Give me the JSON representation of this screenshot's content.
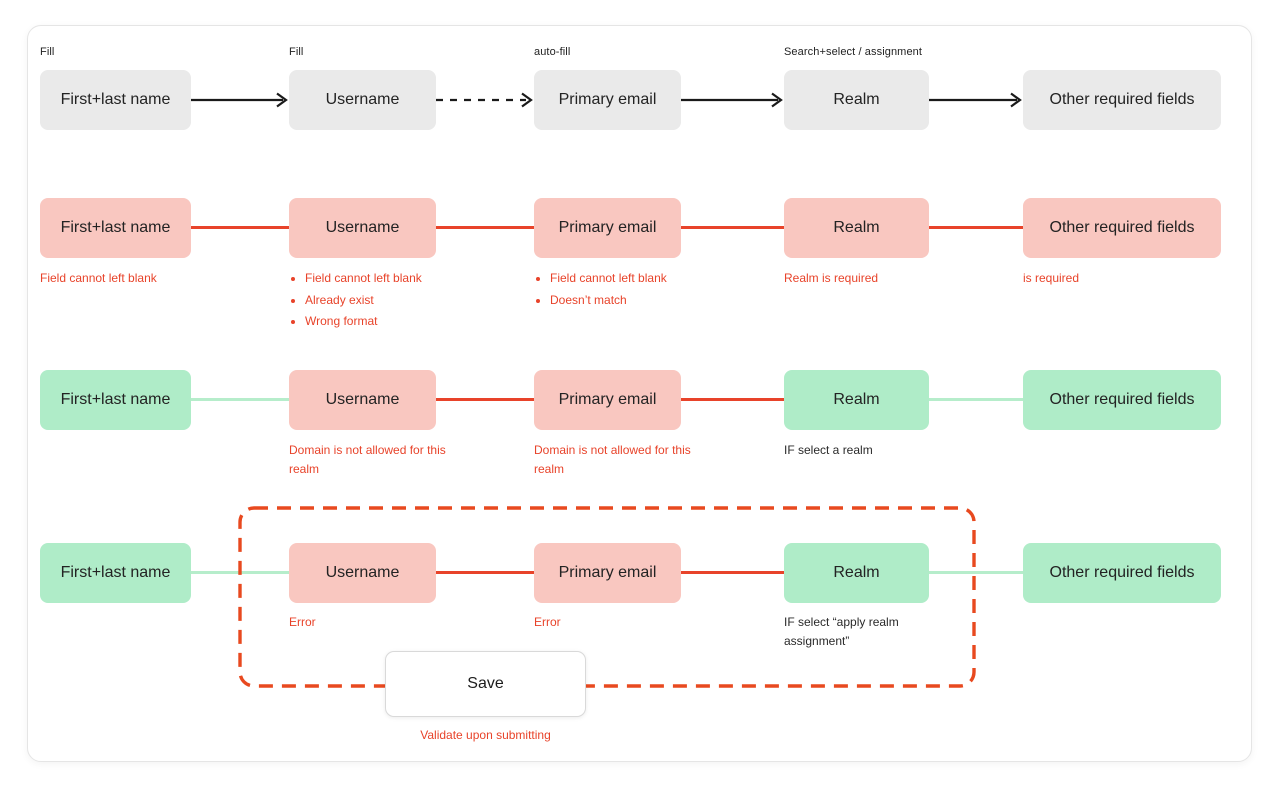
{
  "colors": {
    "gray_box": "#eaeaea",
    "error_box_pink": "#f9c7c0",
    "valid_box_green": "#afecc8",
    "error_red": "#e8432a",
    "dashed_scope_red": "#e8491f",
    "green_connector": "#b6edcb",
    "arrow_black": "#1a1a1a"
  },
  "stage_labels": [
    "Fill",
    "Fill",
    "auto-fill",
    "Search+select / assignment"
  ],
  "rows": [
    {
      "name": "fill-sequence",
      "boxes": [
        {
          "label": "First+last name",
          "state": "gray"
        },
        {
          "label": "Username",
          "state": "gray"
        },
        {
          "label": "Primary email",
          "state": "gray"
        },
        {
          "label": "Realm",
          "state": "gray"
        },
        {
          "label": "Other required fields",
          "state": "gray"
        }
      ],
      "connectors": [
        "arrow-solid",
        "arrow-dashed",
        "arrow-solid",
        "arrow-solid"
      ]
    },
    {
      "name": "required-field-errors",
      "boxes": [
        {
          "label": "First+last name",
          "state": "error",
          "note": "Field cannot left blank"
        },
        {
          "label": "Username",
          "state": "error",
          "bullets": [
            "Field cannot left blank",
            "Already exist",
            "Wrong format"
          ]
        },
        {
          "label": "Primary email",
          "state": "error",
          "bullets": [
            "Field cannot left blank",
            "Doesn’t match"
          ]
        },
        {
          "label": "Realm",
          "state": "error",
          "note": "Realm is required"
        },
        {
          "label": "Other required fields",
          "state": "error",
          "note": "is required"
        }
      ],
      "connectors": [
        "line-red",
        "line-red",
        "line-red",
        "line-red"
      ]
    },
    {
      "name": "domain-errors",
      "boxes": [
        {
          "label": "First+last name",
          "state": "valid"
        },
        {
          "label": "Username",
          "state": "error",
          "note": "Domain is not allowed for this realm"
        },
        {
          "label": "Primary email",
          "state": "error",
          "note": "Domain is not allowed for this realm"
        },
        {
          "label": "Realm",
          "state": "valid",
          "note": "IF select a realm",
          "note_type": "info"
        },
        {
          "label": "Other required fields",
          "state": "valid"
        }
      ],
      "connectors": [
        "line-green",
        "line-red",
        "line-red",
        "line-green"
      ]
    },
    {
      "name": "submit-validation",
      "boxes": [
        {
          "label": "First+last name",
          "state": "valid"
        },
        {
          "label": "Username",
          "state": "error",
          "note": "Error"
        },
        {
          "label": "Primary email",
          "state": "error",
          "note": "Error"
        },
        {
          "label": "Realm",
          "state": "valid",
          "note": "IF select “apply realm assignment”",
          "note_type": "info"
        },
        {
          "label": "Other required fields",
          "state": "valid"
        }
      ],
      "connectors": [
        "line-green",
        "line-red",
        "line-red",
        "line-green"
      ]
    }
  ],
  "save": {
    "label": "Save",
    "caption": "Validate upon submitting"
  }
}
